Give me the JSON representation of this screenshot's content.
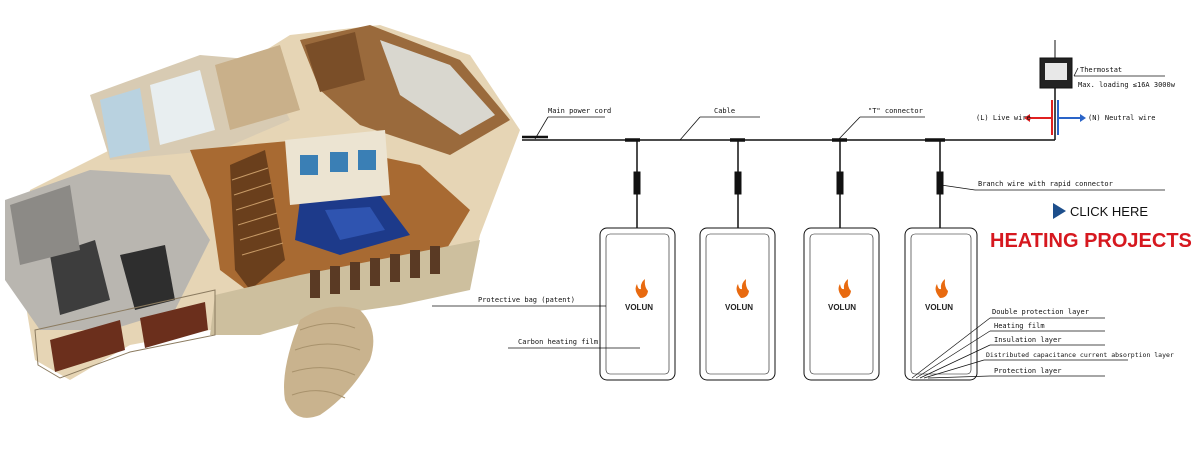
{
  "diagram": {
    "labels": {
      "main_power_cord": "Main power cord",
      "cable": "Cable",
      "t_connector": "\"T\" connector",
      "thermostat": "Thermostat",
      "max_loading": "Max. loading ≤16A 3000w",
      "live_wire": "(L) Live wire",
      "neutral_wire": "(N) Neutral wire",
      "branch_wire": "Branch wire with rapid connector",
      "protective_bag": "Protective bag (patent)",
      "carbon_film": "Carbon heating film",
      "double_protection": "Double protection layer",
      "heating_film": "Heating film",
      "insulation": "Insulation layer",
      "distributed_capacitance": "Distributed capacitance current absorption layer",
      "protection_layer": "Protection layer"
    },
    "panels": [
      {
        "brand": "VOLUN"
      },
      {
        "brand": "VOLUN"
      },
      {
        "brand": "VOLUN"
      },
      {
        "brand": "VOLUN"
      }
    ]
  },
  "cta": {
    "click_here": "CLICK HERE",
    "heating_projects": "HEATING PROJECTS"
  },
  "colors": {
    "live_wire": "#e02020",
    "neutral_wire": "#2a64c8",
    "accent_red": "#d6181f",
    "cta_arrow": "#1d4f8c"
  }
}
